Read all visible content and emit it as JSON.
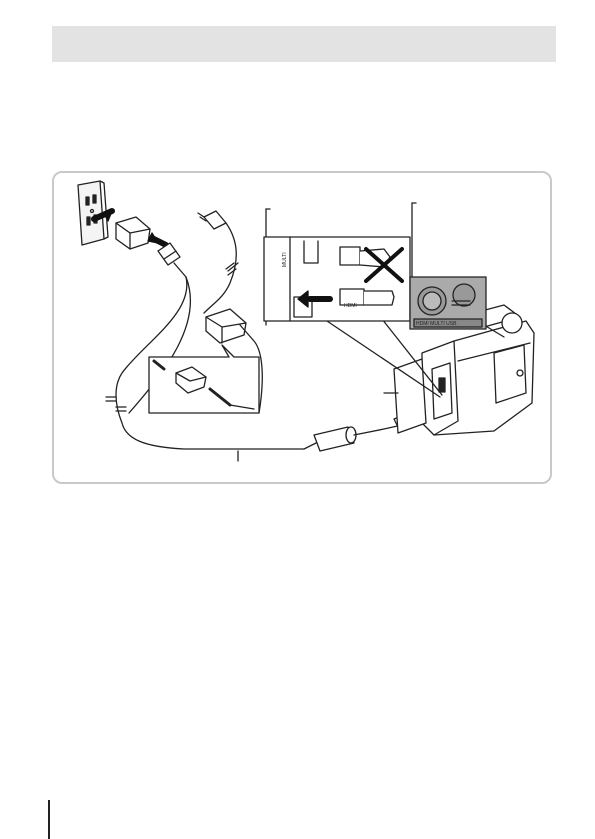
{
  "header": {
    "bar_color": "#e3e3e3"
  },
  "figure": {
    "border_color": "#c9c9c9",
    "port_labels": {
      "multi": "MULTI",
      "hdmi": "HDMI",
      "panel": "HDMI  MULTI  USB"
    },
    "icons": [
      "wall-outlet-icon",
      "usb-ac-adapter-icon",
      "ac-plug-icon",
      "usb-cable-icon",
      "ferrite-core-icon",
      "camera-icon",
      "prohibited-x-icon",
      "insert-arrow-icon"
    ]
  }
}
